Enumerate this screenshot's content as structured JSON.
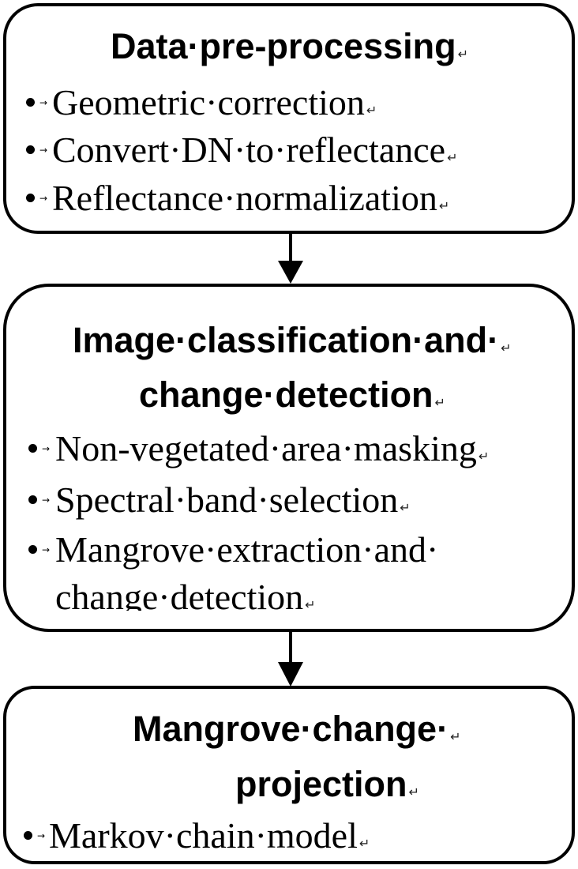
{
  "steps": [
    {
      "title_lines": [
        "Data·pre-processing"
      ],
      "items": [
        [
          "Geometric·correction"
        ],
        [
          "Convert·DN·to·reflectance"
        ],
        [
          "Reflectance·normalization"
        ]
      ]
    },
    {
      "title_lines": [
        "Image·classification·and·",
        "change·detection"
      ],
      "items": [
        [
          "Non-vegetated·area·masking"
        ],
        [
          "Spectral·band·selection"
        ],
        [
          "Mangrove·extraction·and·",
          "change·detection"
        ]
      ]
    },
    {
      "title_lines": [
        "Mangrove·change·",
        "projection"
      ],
      "items": [
        [
          "Markov·chain·model"
        ]
      ]
    }
  ],
  "marks": {
    "paragraph": "↵",
    "tab": "→"
  }
}
